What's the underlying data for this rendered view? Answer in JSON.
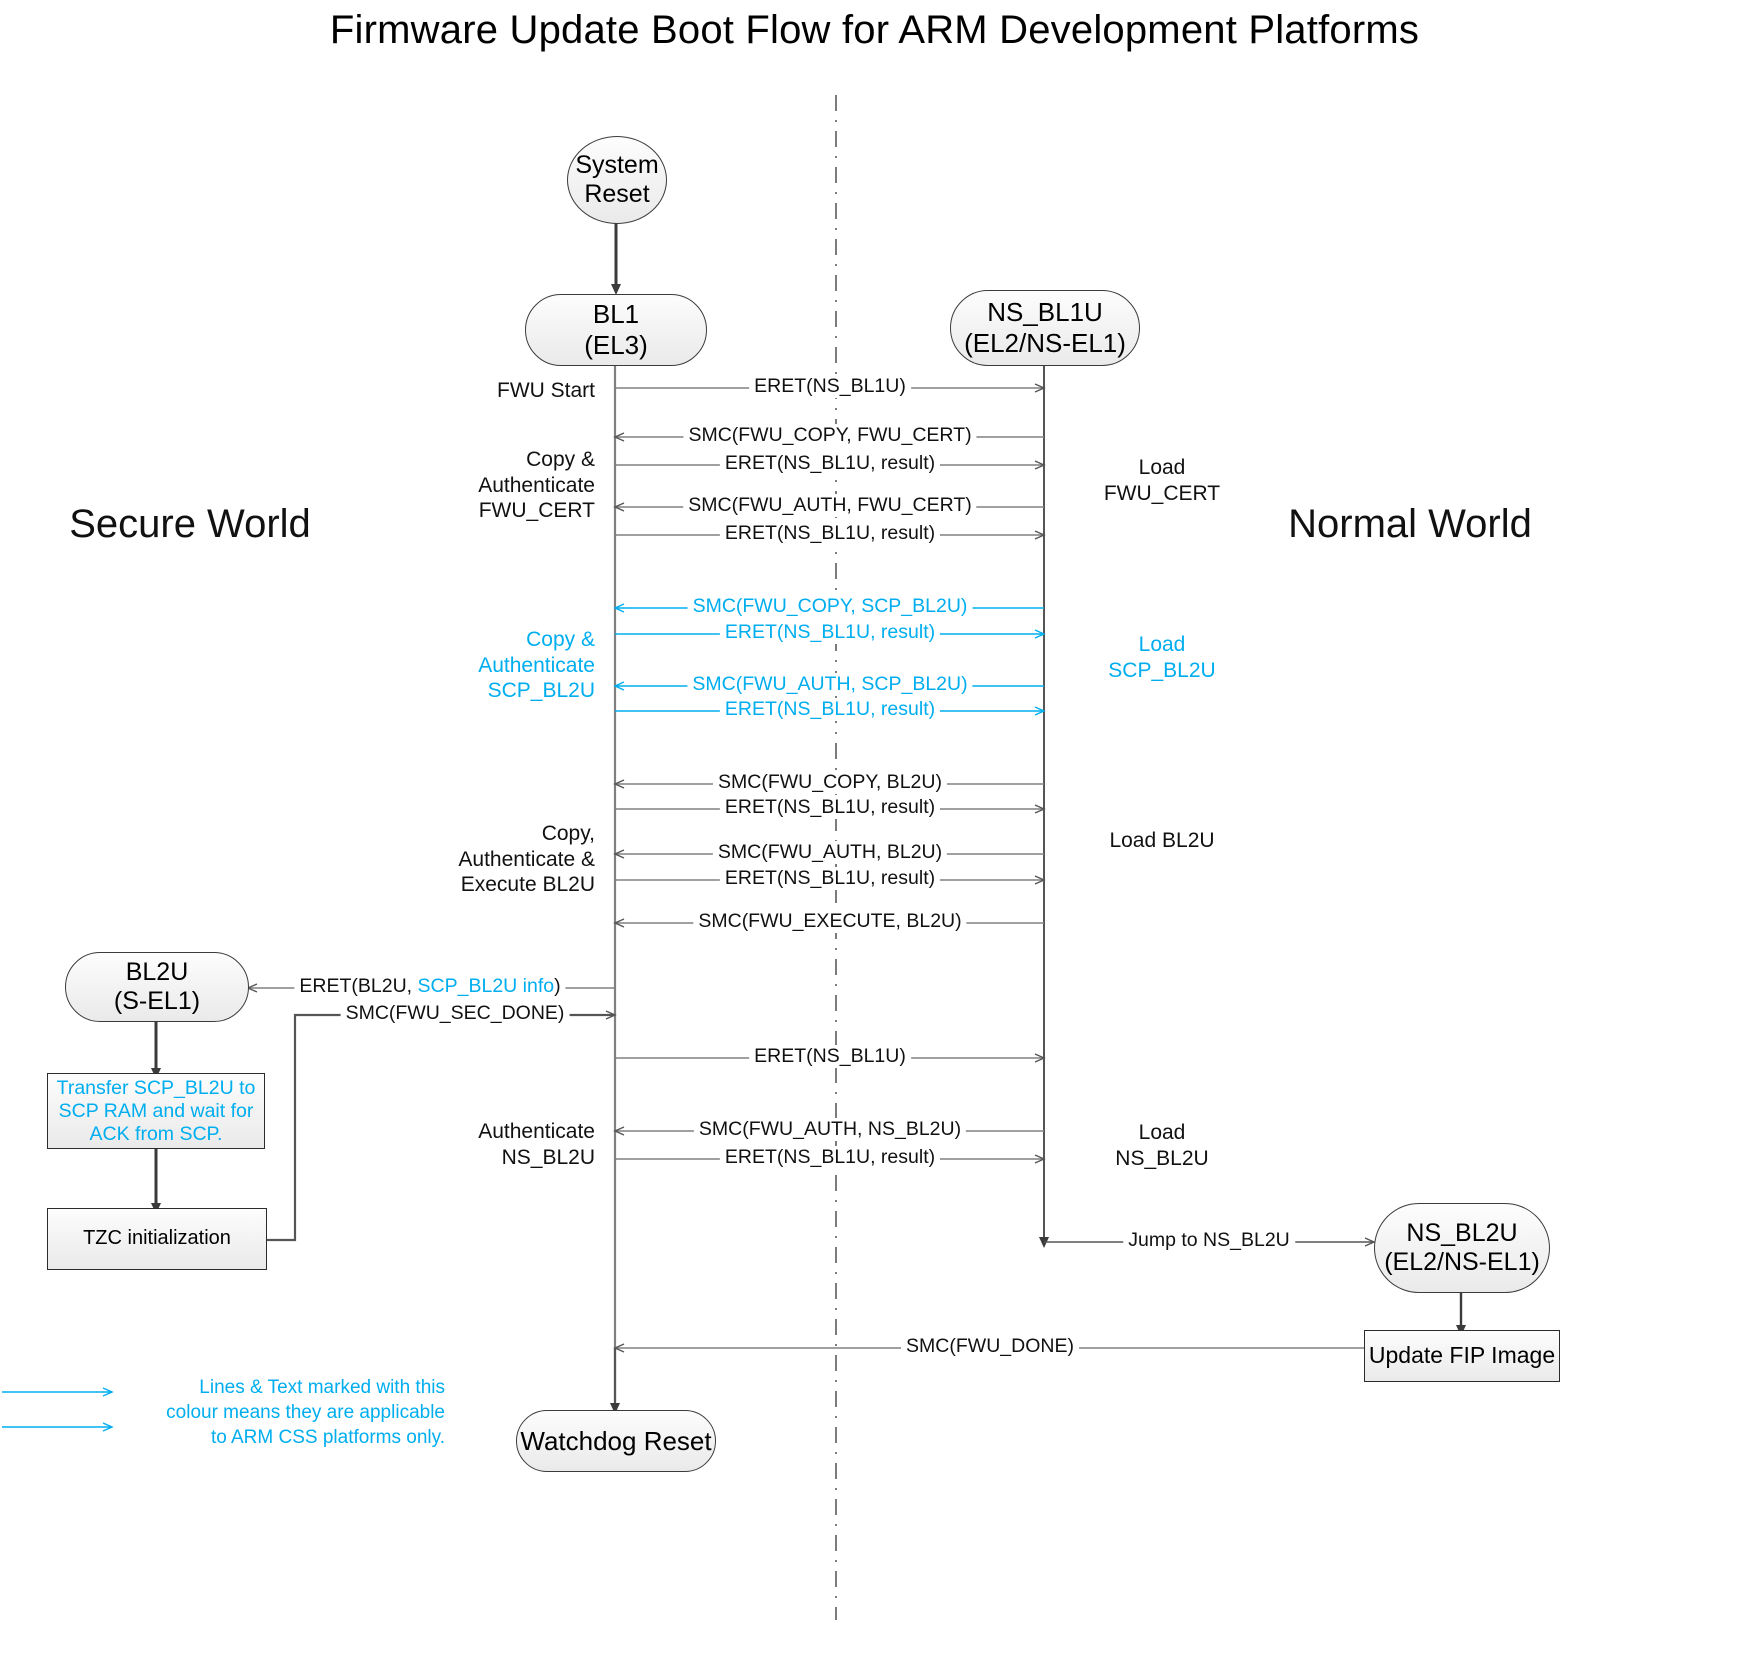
{
  "title": "Firmware Update Boot Flow for ARM Development Platforms",
  "colors": {
    "accent_cyan": "#00AEEF",
    "line_dark": "#3b3b3b",
    "line_grey": "#808080",
    "node_fill": "#f2f2f2",
    "text": "#111111"
  },
  "worlds": {
    "secure": "Secure\nWorld",
    "normal": "Normal\nWorld"
  },
  "nodes": {
    "system_reset": {
      "line1": "System",
      "line2": "Reset",
      "shape": "ellipse"
    },
    "bl1": {
      "line1": "BL1",
      "line2": "(EL3)",
      "shape": "stadium"
    },
    "ns_bl1u": {
      "line1": "NS_BL1U",
      "line2": "(EL2/NS-EL1)",
      "shape": "stadium"
    },
    "bl2u": {
      "line1": "BL2U",
      "line2": "(S-EL1)",
      "shape": "stadium"
    },
    "ns_bl2u": {
      "line1": "NS_BL2U",
      "line2": "(EL2/NS-EL1)",
      "shape": "stadium"
    },
    "watchdog": {
      "line1": "Watchdog Reset",
      "line2": "",
      "shape": "stadium"
    },
    "transfer_scp": {
      "text": "Transfer SCP_BL2U to\nSCP RAM and wait for\nACK from SCP.",
      "shape": "rect",
      "color": "cyan"
    },
    "tzc_init": {
      "text": "TZC initialization",
      "shape": "rect",
      "color": "black"
    },
    "update_fip": {
      "text": "Update FIP Image",
      "shape": "rect",
      "color": "black"
    }
  },
  "left_labels": [
    {
      "id": "fwu-start",
      "text": "FWU Start",
      "color": "black"
    },
    {
      "id": "copy-auth-fwu-cert",
      "text": "Copy &\nAuthenticate\nFWU_CERT",
      "color": "black"
    },
    {
      "id": "copy-auth-scp-bl2u",
      "text": "Copy &\nAuthenticate\nSCP_BL2U",
      "color": "cyan"
    },
    {
      "id": "copy-auth-exec-bl2u",
      "text": "Copy,\nAuthenticate &\nExecute BL2U",
      "color": "black"
    },
    {
      "id": "authenticate-ns-bl2u",
      "text": "Authenticate\nNS_BL2U",
      "color": "black"
    }
  ],
  "right_labels": [
    {
      "id": "load-fwu-cert",
      "text": "Load\nFWU_CERT",
      "color": "black"
    },
    {
      "id": "load-scp-bl2u",
      "text": "Load\nSCP_BL2U",
      "color": "cyan"
    },
    {
      "id": "load-bl2u",
      "text": "Load BL2U",
      "color": "black"
    },
    {
      "id": "load-ns-bl2u",
      "text": "Load\nNS_BL2U",
      "color": "black"
    }
  ],
  "messages": [
    {
      "id": "m1",
      "text": "ERET(NS_BL1U)",
      "dir": "right",
      "color": "black"
    },
    {
      "id": "m2",
      "text": "SMC(FWU_COPY, FWU_CERT)",
      "dir": "left",
      "color": "black"
    },
    {
      "id": "m3",
      "text": "ERET(NS_BL1U, result)",
      "dir": "right",
      "color": "black"
    },
    {
      "id": "m4",
      "text": "SMC(FWU_AUTH, FWU_CERT)",
      "dir": "left",
      "color": "black"
    },
    {
      "id": "m5",
      "text": "ERET(NS_BL1U, result)",
      "dir": "right",
      "color": "black"
    },
    {
      "id": "m6",
      "text": "SMC(FWU_COPY, SCP_BL2U)",
      "dir": "left",
      "color": "cyan"
    },
    {
      "id": "m7",
      "text": "ERET(NS_BL1U, result)",
      "dir": "right",
      "color": "cyan"
    },
    {
      "id": "m8",
      "text": "SMC(FWU_AUTH, SCP_BL2U)",
      "dir": "left",
      "color": "cyan"
    },
    {
      "id": "m9",
      "text": "ERET(NS_BL1U, result)",
      "dir": "right",
      "color": "cyan"
    },
    {
      "id": "m10",
      "text": "SMC(FWU_COPY, BL2U)",
      "dir": "left",
      "color": "black"
    },
    {
      "id": "m11",
      "text": "ERET(NS_BL1U, result)",
      "dir": "right",
      "color": "black"
    },
    {
      "id": "m12",
      "text": "SMC(FWU_AUTH, BL2U)",
      "dir": "left",
      "color": "black"
    },
    {
      "id": "m13",
      "text": "ERET(NS_BL1U, result)",
      "dir": "right",
      "color": "black"
    },
    {
      "id": "m14",
      "text": "SMC(FWU_EXECUTE, BL2U)",
      "dir": "left",
      "color": "black"
    },
    {
      "id": "m15",
      "text": "SMC(FWU_SEC_DONE)",
      "dir": "right",
      "color": "black"
    },
    {
      "id": "m16",
      "text": "ERET(NS_BL1U)",
      "dir": "right",
      "color": "black"
    },
    {
      "id": "m17",
      "text": "SMC(FWU_AUTH, NS_BL2U)",
      "dir": "left",
      "color": "black"
    },
    {
      "id": "m18",
      "text": "ERET(NS_BL1U, result)",
      "dir": "right",
      "color": "black"
    },
    {
      "id": "m19",
      "text": "Jump to NS_BL2U",
      "dir": "right",
      "color": "black"
    },
    {
      "id": "m20",
      "text": "SMC(FWU_DONE)",
      "dir": "left",
      "color": "black"
    }
  ],
  "eret_bl2u": {
    "prefix": "ERET(BL2U, ",
    "cyan_part": "SCP_BL2U info",
    "suffix": ")"
  },
  "legend": {
    "text": "Lines & Text marked with this\ncolour means they are applicable\nto ARM CSS platforms only."
  }
}
